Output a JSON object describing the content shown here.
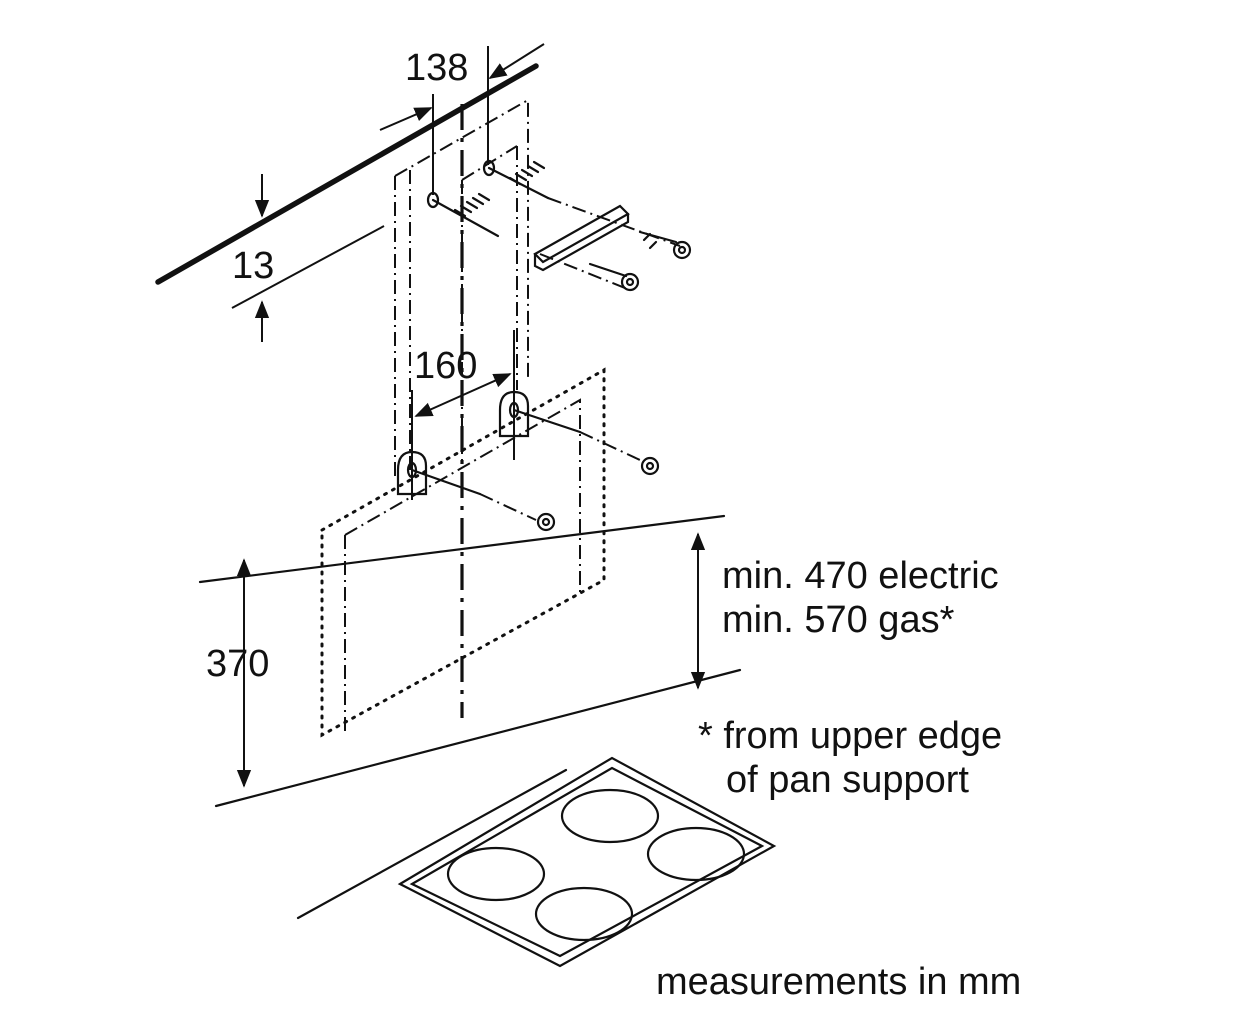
{
  "dimensions": {
    "top_width": "138",
    "top_offset": "13",
    "bracket_spacing": "160",
    "bracket_height": "370"
  },
  "clearance": {
    "line1": "min. 470 electric",
    "line2": "min. 570 gas*"
  },
  "footnote": {
    "line1": "* from upper edge",
    "line2": "of pan support"
  },
  "units_note": "measurements in mm"
}
